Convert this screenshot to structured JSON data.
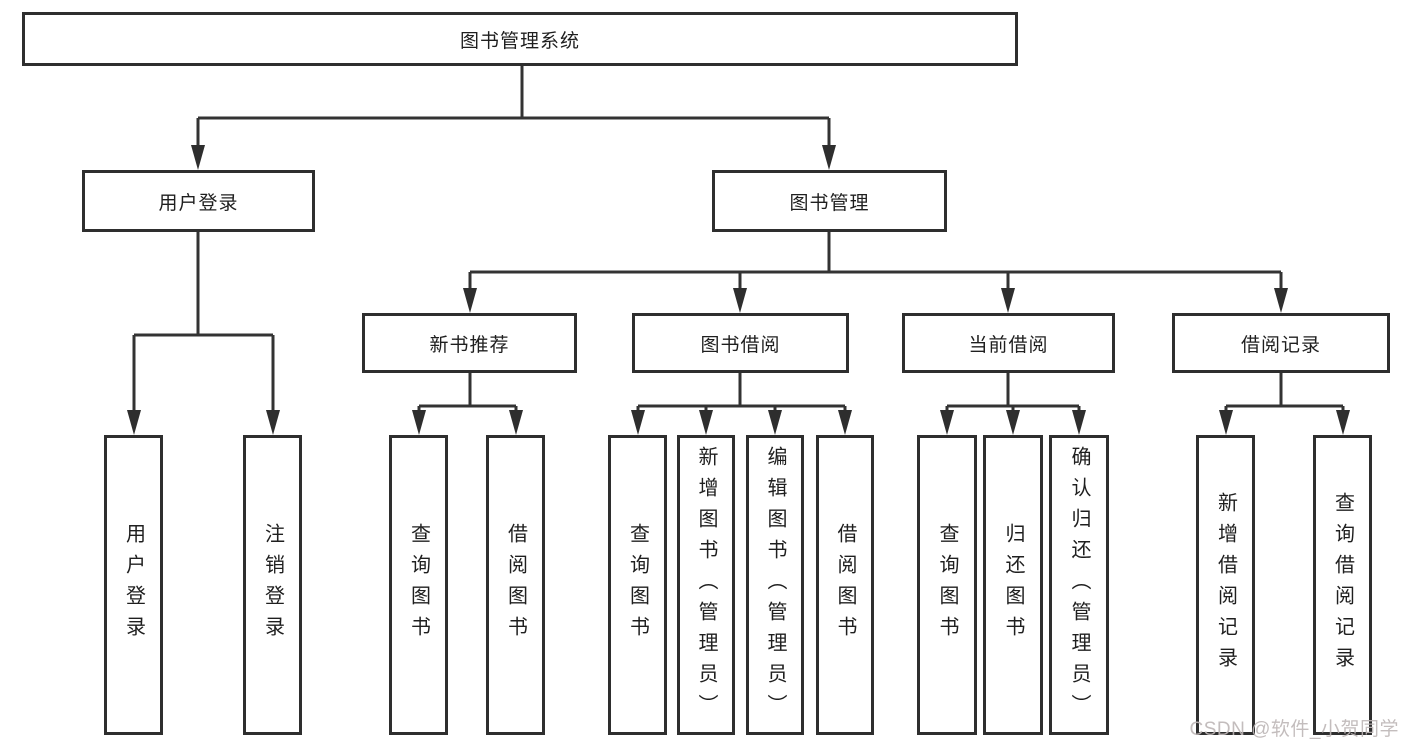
{
  "diagram": {
    "type": "hierarchy-tree",
    "title": "图书管理系统",
    "watermark": "CSDN @软件_小贺同学",
    "colors": {
      "line": "#333333",
      "box_border": "#2e2e2e",
      "text": "#1f1f1f",
      "background": "#ffffff",
      "watermark": "#bdb6b6"
    }
  },
  "tree": {
    "label": "图书管理系统",
    "children": [
      {
        "label": "用户登录",
        "children": [
          {
            "label": "用户登录"
          },
          {
            "label": "注销登录"
          }
        ]
      },
      {
        "label": "图书管理",
        "children": [
          {
            "label": "新书推荐",
            "children": [
              {
                "label": "查询图书"
              },
              {
                "label": "借阅图书"
              }
            ]
          },
          {
            "label": "图书借阅",
            "children": [
              {
                "label": "查询图书"
              },
              {
                "label": "新增图书（管理员）"
              },
              {
                "label": "编辑图书（管理员）"
              },
              {
                "label": "借阅图书"
              }
            ]
          },
          {
            "label": "当前借阅",
            "children": [
              {
                "label": "查询图书"
              },
              {
                "label": "归还图书"
              },
              {
                "label": "确认归还（管理员）"
              }
            ]
          },
          {
            "label": "借阅记录",
            "children": [
              {
                "label": "新增借阅记录"
              },
              {
                "label": "查询借阅记录"
              }
            ]
          }
        ]
      }
    ]
  }
}
